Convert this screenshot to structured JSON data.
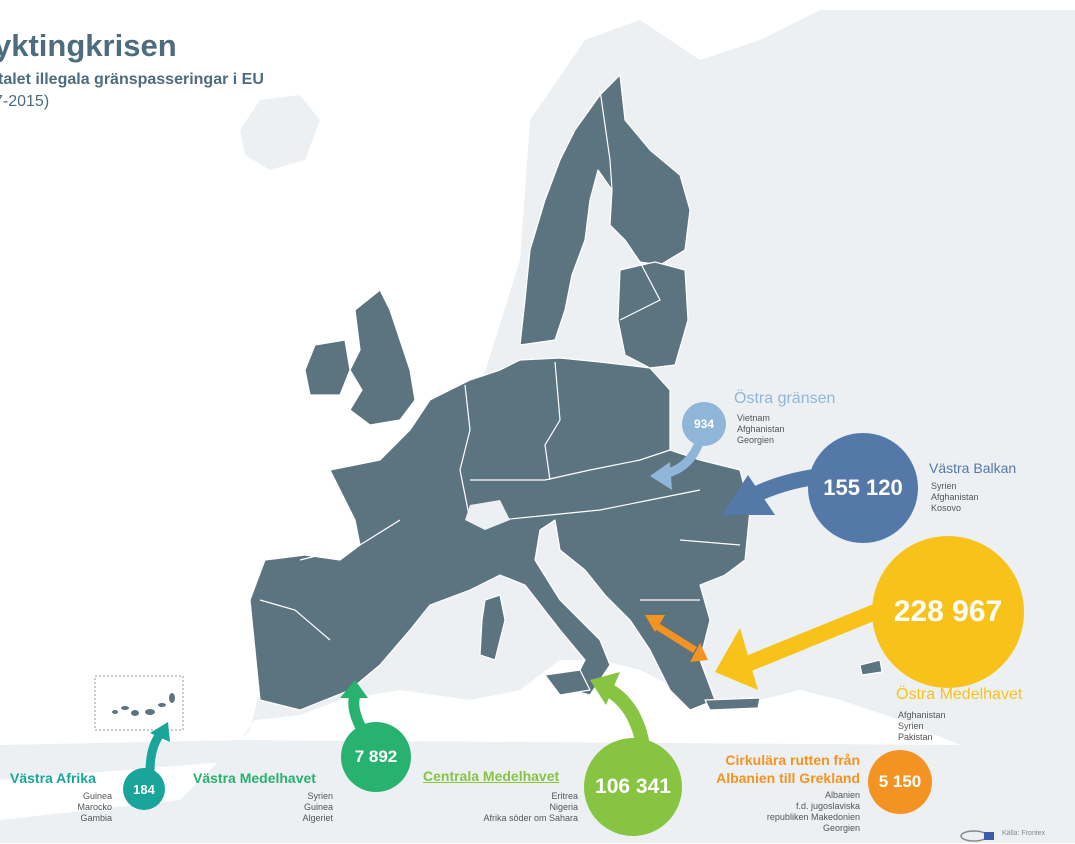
{
  "header": {
    "title": "yktingkrisen",
    "subtitle": "talet illegala gränspasseringar i EU",
    "years": "7-2015)"
  },
  "routes": {
    "ostra_gransen": {
      "name": "Östra gränsen",
      "value": "934",
      "countries": [
        "Vietnam",
        "Afghanistan",
        "Georgien"
      ],
      "color": "#8fb6d9"
    },
    "vastra_balkan": {
      "name": "Västra Balkan",
      "value": "155 120",
      "countries": [
        "Syrien",
        "Afghanistan",
        "Kosovo"
      ],
      "color": "#5479a8"
    },
    "ostra_medelhavet": {
      "name": "Östra Medelhavet",
      "value": "228 967",
      "countries": [
        "Afghanistan",
        "Syrien",
        "Pakistan"
      ],
      "color": "#f7c21a"
    },
    "cirkulara": {
      "name_line1": "Cirkulära rutten från",
      "name_line2": "Albanien till Grekland",
      "value": "5 150",
      "countries": [
        "Albanien",
        "f.d. jugoslaviska",
        "republiken Makedonien",
        "Georgien"
      ],
      "color": "#f39321"
    },
    "centrala_medelhavet": {
      "name": "Centrala Medelhavet",
      "value": "106 341",
      "countries": [
        "Eritrea",
        "Nigeria",
        "Afrika söder om Sahara"
      ],
      "color": "#86c441"
    },
    "vastra_medelhavet": {
      "name": "Västra Medelhavet",
      "value": "7 892",
      "countries": [
        "Syrien",
        "Guinea",
        "Algeriet"
      ],
      "color": "#27b26f"
    },
    "vastra_afrika": {
      "name": "Västra Afrika",
      "value": "184",
      "countries": [
        "Guinea",
        "Marocko",
        "Gambia"
      ],
      "color": "#1aa59a"
    }
  },
  "source": "Källa: Frontex",
  "colors": {
    "eu_land": "#5c7380",
    "non_eu_land": "#edf0f2",
    "border": "#ffffff",
    "text_primary": "#4d6c7d"
  }
}
